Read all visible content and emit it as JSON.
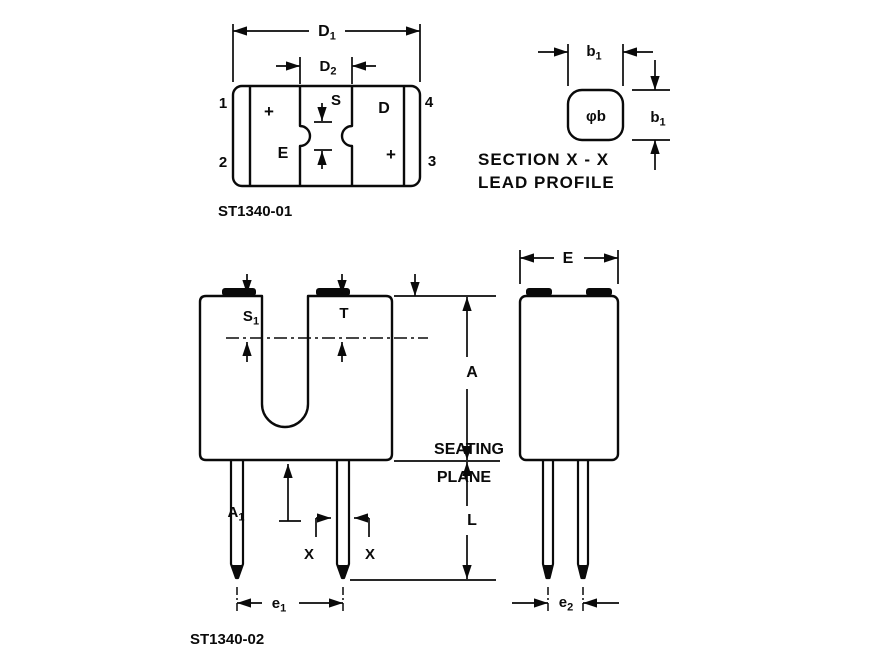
{
  "colors": {
    "ink": "#0a0a0a",
    "background": "#ffffff"
  },
  "top_view": {
    "pin_numbers": {
      "pin1": "1",
      "pin2": "2",
      "pin3": "3",
      "pin4": "4"
    },
    "plus_mark_left": "+",
    "plus_mark_right": "+",
    "label_e": "E",
    "label_d": "D",
    "dim_s": "S",
    "dim_d1": {
      "base": "D",
      "sub": "1"
    },
    "dim_d2": {
      "base": "D",
      "sub": "2"
    },
    "figure_id": "ST1340-01"
  },
  "section_view": {
    "title_line1": "SECTION X - X",
    "title_line2": "LEAD PROFILE",
    "label_phi_b": "φb",
    "dim_b1_width": {
      "base": "b",
      "sub": "1"
    },
    "dim_b1_height": {
      "base": "b",
      "sub": "1"
    }
  },
  "front_view": {
    "dim_s1": {
      "base": "S",
      "sub": "1"
    },
    "dim_t": "T",
    "dim_a": "A",
    "dim_l": "L",
    "dim_a1": {
      "base": "A",
      "sub": "1"
    },
    "dim_e1": {
      "base": "e",
      "sub": "1"
    },
    "seating_plane": {
      "line1": "SEATING",
      "line2": "PLANE"
    },
    "section_mark_left": "X",
    "section_mark_right": "X",
    "figure_id": "ST1340-02"
  },
  "side_view": {
    "dim_e": "E",
    "dim_e2": {
      "base": "e",
      "sub": "2"
    }
  }
}
